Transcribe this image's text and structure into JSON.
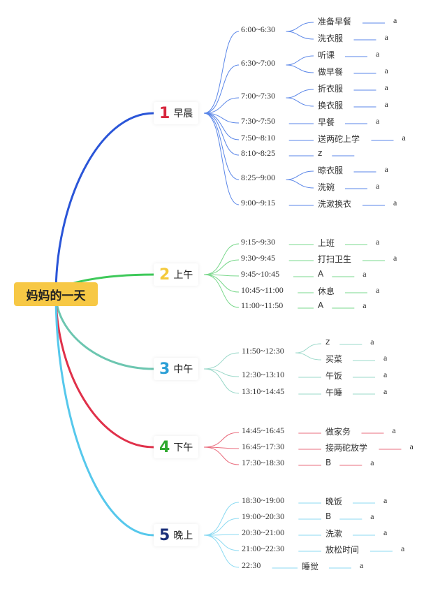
{
  "root": "妈妈的一天",
  "branches": [
    {
      "num": "1",
      "name": "早晨",
      "num_color": "#d7263d",
      "line_color": "#2a55d8",
      "sub_color": "#5a86e8",
      "times": [
        {
          "label": "6:00~6:30",
          "acts": [
            {
              "label": "准备早餐",
              "note": "a"
            },
            {
              "label": "洗衣服",
              "note": "a"
            }
          ]
        },
        {
          "label": "6:30~7:00",
          "acts": [
            {
              "label": "听课",
              "note": "a"
            },
            {
              "label": "做早餐",
              "note": "a"
            }
          ]
        },
        {
          "label": "7:00~7:30",
          "acts": [
            {
              "label": "折衣服",
              "note": "a"
            },
            {
              "label": "换衣服",
              "note": "a"
            }
          ]
        },
        {
          "label": "7:30~7:50",
          "acts": [
            {
              "label": "早餐",
              "note": "a"
            }
          ]
        },
        {
          "label": "7:50~8:10",
          "acts": [
            {
              "label": "送两砣上学",
              "note": "a"
            }
          ]
        },
        {
          "label": "8:10~8:25",
          "acts": [
            {
              "label": "z",
              "note": ""
            }
          ]
        },
        {
          "label": "8:25~9:00",
          "acts": [
            {
              "label": "晾衣服",
              "note": "a"
            },
            {
              "label": "洗碗",
              "note": "a"
            }
          ]
        },
        {
          "label": "9:00~9:15",
          "acts": [
            {
              "label": "洗漱换衣",
              "note": "a"
            }
          ]
        }
      ]
    },
    {
      "num": "2",
      "name": "上午",
      "num_color": "#f4c93a",
      "line_color": "#3ec95a",
      "sub_color": "#7ad88c",
      "times": [
        {
          "label": "9:15~9:30",
          "acts": [
            {
              "label": "上班",
              "note": "a"
            }
          ]
        },
        {
          "label": "9:30~9:45",
          "acts": [
            {
              "label": "打扫卫生",
              "note": "a"
            }
          ]
        },
        {
          "label": "9:45~10:45",
          "acts": [
            {
              "label": "A",
              "note": "a"
            }
          ]
        },
        {
          "label": "10:45~11:00",
          "acts": [
            {
              "label": "休息",
              "note": "a"
            }
          ]
        },
        {
          "label": "11:00~11:50",
          "acts": [
            {
              "label": "A",
              "note": "a"
            }
          ]
        }
      ]
    },
    {
      "num": "3",
      "name": "中午",
      "num_color": "#2b9fd6",
      "line_color": "#6cc6b0",
      "sub_color": "#9ad8c9",
      "times": [
        {
          "label": "11:50~12:30",
          "acts": [
            {
              "label": "z",
              "note": "a"
            },
            {
              "label": "买菜",
              "note": "a"
            }
          ]
        },
        {
          "label": "12:30~13:10",
          "acts": [
            {
              "label": "午饭",
              "note": "a"
            }
          ]
        },
        {
          "label": "13:10~14:45",
          "acts": [
            {
              "label": "午睡",
              "note": "a"
            }
          ]
        }
      ]
    },
    {
      "num": "4",
      "name": "下午",
      "num_color": "#2ea82e",
      "line_color": "#e0314a",
      "sub_color": "#ea6c7d",
      "times": [
        {
          "label": "14:45~16:45",
          "acts": [
            {
              "label": "做家务",
              "note": "a"
            }
          ]
        },
        {
          "label": "16:45~17:30",
          "acts": [
            {
              "label": "接两砣放学",
              "note": "a"
            }
          ]
        },
        {
          "label": "17:30~18:30",
          "acts": [
            {
              "label": "B",
              "note": "a"
            }
          ]
        }
      ]
    },
    {
      "num": "5",
      "name": "晚上",
      "num_color": "#1a2f7a",
      "line_color": "#56c8ec",
      "sub_color": "#8bdaf2",
      "times": [
        {
          "label": "18:30~19:00",
          "acts": [
            {
              "label": "晚饭",
              "note": "a"
            }
          ]
        },
        {
          "label": "19:00~20:30",
          "acts": [
            {
              "label": "B",
              "note": "a"
            }
          ]
        },
        {
          "label": "20:30~21:00",
          "acts": [
            {
              "label": "洗漱",
              "note": "a"
            }
          ]
        },
        {
          "label": "21:00~22:30",
          "acts": [
            {
              "label": "放松时间",
              "note": "a"
            }
          ]
        },
        {
          "label": "22:30",
          "acts": [
            {
              "label": "睡觉",
              "note": "a"
            }
          ]
        }
      ]
    }
  ]
}
